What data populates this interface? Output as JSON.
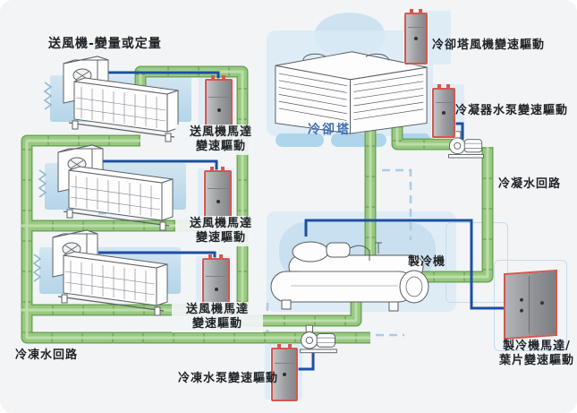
{
  "diagram_type": "hvac-chiller-plant-variable-speed-drive-diagram",
  "colors": {
    "background": "#f2f4f6",
    "pipe_green": "#97c981",
    "pipe_green_edge": "#6fa55a",
    "pipe_green_sheen": "#c3e0ae",
    "signal_blue": "#1d4fa1",
    "dashed_watermark_blue": "#a9cde4",
    "watermark_blue": "#c4dfef",
    "vfd_body_gray": "#9a9c9f",
    "vfd_outline_red": "#d4574f",
    "label_text": "#1d2226",
    "tower_label_blue": "#406fae",
    "equipment_stroke": "#565b60"
  },
  "labels": {
    "supply_fan_title": "送風機-變量或定量",
    "supply_fan_vfd": {
      "line1": "送風機馬達",
      "line2": "變速驅動"
    },
    "cooling_tower": "冷卻塔",
    "cooling_tower_fan_vfd": "冷卻塔風機變速驅動",
    "condenser_pump_vfd": "冷凝器水泵變速驅動",
    "condenser_loop": "冷凝水回路",
    "chiller": "製冷機",
    "chiller_vfd": {
      "line1": "製冷機馬達/",
      "line2": "葉片變速驅動"
    },
    "chilled_loop": "冷凍水回路",
    "chilled_pump_vfd": "冷凍水泵變速驅動"
  },
  "equipment": {
    "air_handling_units": 3,
    "supply_fan_drives": 3,
    "cooling_towers": 1,
    "chillers": 1,
    "condenser_pumps": 1,
    "chilled_water_pumps": 1,
    "drive_cabinets_large": 1
  }
}
